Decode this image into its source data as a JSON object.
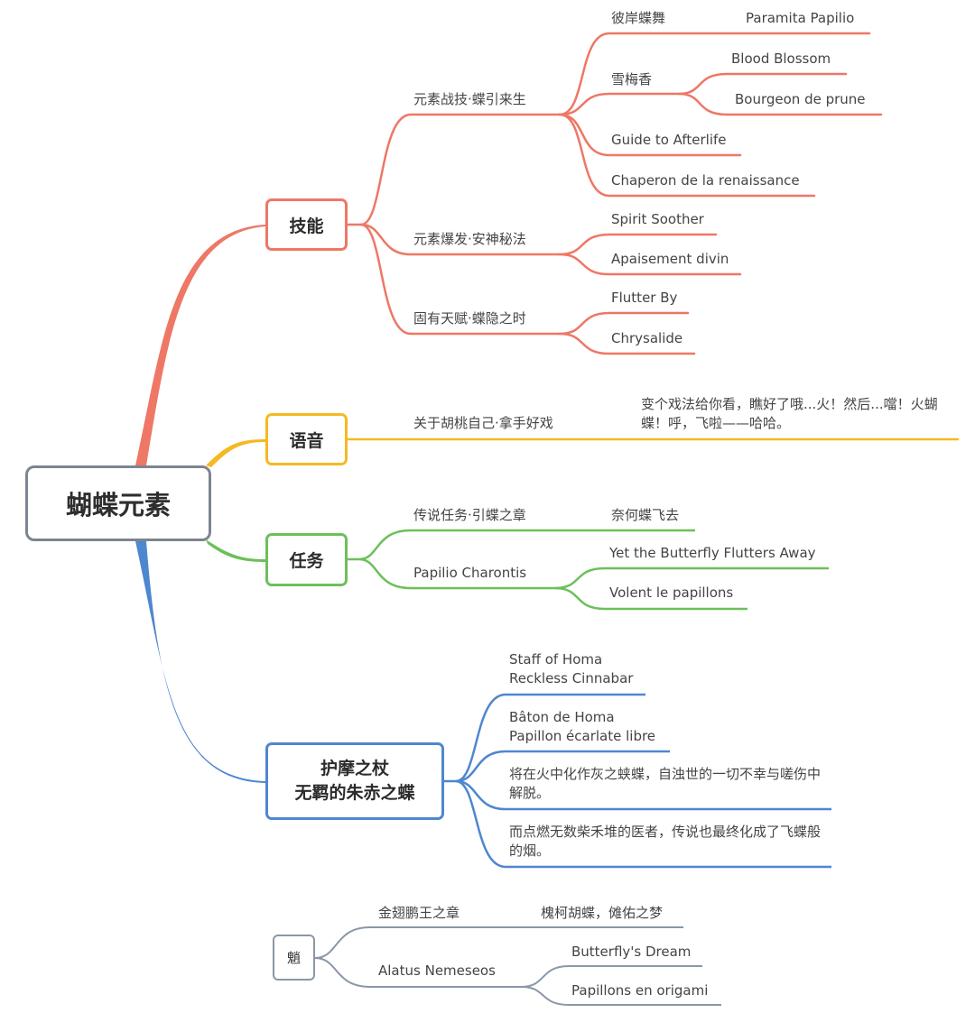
{
  "colors": {
    "root_border": "#7c8591",
    "skills": "#ee7766",
    "voice": "#f5b921",
    "quest": "#6cc05a",
    "weapon": "#4f87cf",
    "gray": "#8a97a8"
  },
  "root": "蝴蝶元素",
  "skills": {
    "label": "技能",
    "e_skill": {
      "label": "元素战技·蝶引来生",
      "item1": "彼岸蝶舞",
      "item1_en": "Paramita Papilio",
      "item2": "雪梅香",
      "item2_en": "Blood Blossom",
      "item2_fr": "Bourgeon de prune",
      "item3": "Guide to Afterlife",
      "item4": "Chaperon de la renaissance"
    },
    "burst": {
      "label": "元素爆发·安神秘法",
      "item1": "Spirit Soother",
      "item2": "Apaisement divin"
    },
    "passive": {
      "label": "固有天赋·蝶隐之时",
      "item1": "Flutter By",
      "item2": "Chrysalide"
    }
  },
  "voice": {
    "label": "语音",
    "sub": "关于胡桃自己·拿手好戏",
    "quote": "变个戏法给你看，瞧好了哦...火！然后...噹！火蝴蝶！呼，飞啦——哈哈。"
  },
  "quest": {
    "label": "任务",
    "sub1": "传说任务·引蝶之章",
    "sub1_item": "奈何蝶飞去",
    "sub2": "Papilio Charontis",
    "sub2_item1": "Yet the Butterfly Flutters Away",
    "sub2_item2": "Volent le papillons"
  },
  "weapon": {
    "label_line1": "护摩之杖",
    "label_line2": "无羁的朱赤之蝶",
    "item1_line1": "Staff of Homa",
    "item1_line2": "Reckless Cinnabar",
    "item2_line1": "Bâton de Homa",
    "item2_line2": "Papillon écarlate libre",
    "item3": "将在火中化作灰之蛱蝶，自浊世的一切不幸与嗟伤中解脱。",
    "item4": "而点燃无数柴禾堆的医者，传说也最终化成了飞蝶般的烟。"
  },
  "kui": {
    "label": "魈",
    "sub1": "金翅鹏王之章",
    "sub1_item": "槐柯胡蝶，傩佑之梦",
    "sub2": "Alatus Nemeseos",
    "sub2_item1": "Butterfly's Dream",
    "sub2_item2": "Papillons en origami"
  }
}
